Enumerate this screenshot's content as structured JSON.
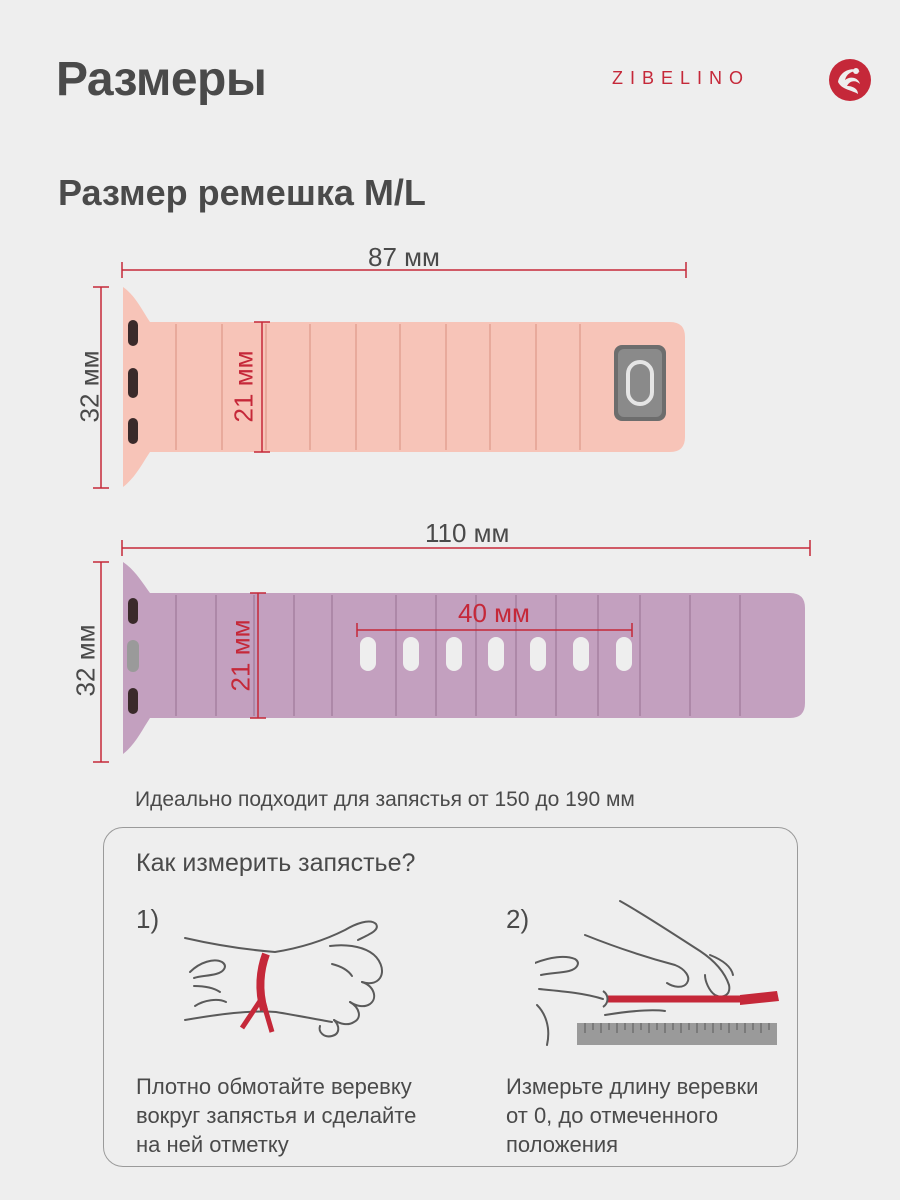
{
  "page": {
    "title": "Размеры",
    "brand": "ZIBELINO",
    "section_title": "Размер ремешка M/L"
  },
  "strap_short": {
    "length": "87 мм",
    "height": "32 мм",
    "inner_height": "21 мм"
  },
  "strap_long": {
    "length": "110 мм",
    "height": "32 мм",
    "inner_height": "21 мм",
    "holes_span": "40 мм"
  },
  "fit_note": "Идеально подходит для запястья от 150 до 190 мм",
  "howto": {
    "title": "Как измерить запястье?",
    "steps": [
      {
        "number": "1)",
        "lines": [
          "Плотно обмотайте веревку",
          "вокруг запястья и сделайте",
          "на ней отметку"
        ]
      },
      {
        "number": "2)",
        "lines": [
          "Измерьте длину веревки",
          "от 0, до отмеченного",
          "положения"
        ]
      }
    ]
  },
  "colors": {
    "accent": "#c52839",
    "text": "#4a4a4a",
    "strap_pink": "#f7c4b8",
    "strap_purple": "#c3a0bf",
    "background": "#eeeeee"
  }
}
